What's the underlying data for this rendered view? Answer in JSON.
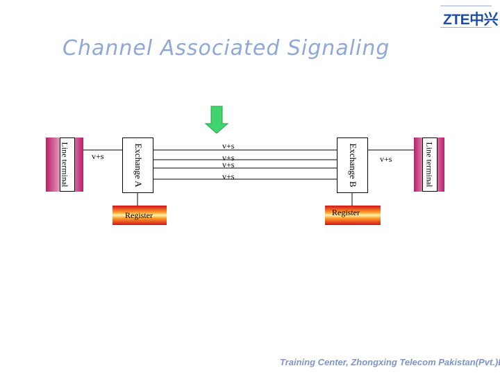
{
  "title": "Channel Associated Signaling",
  "logo": {
    "text": "ZTE中兴"
  },
  "footer": "Training Center, Zhongxing Telecom Pakistan(Pvt.)Ltd",
  "left": {
    "line_terminal": "Line terminal",
    "link_label": "v+s",
    "exchange": "Exchange A",
    "register": "Register"
  },
  "right": {
    "line_terminal": "Line terminal",
    "link_label": "v+s",
    "exchange": "Exchange B",
    "register": "Register"
  },
  "trunk": {
    "labels": [
      "v+s",
      "v+s",
      "v+s",
      "v+s"
    ]
  },
  "colors": {
    "title": "#8ea9d6",
    "arrow": "#3fd46e",
    "line_terminal": "#b8206a",
    "register": "#ff9c2a"
  }
}
